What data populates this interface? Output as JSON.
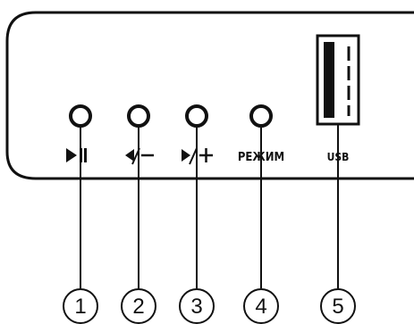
{
  "panel": {
    "buttons": [
      {
        "id": "play-pause",
        "label_symbol": "▶II",
        "callout": "1"
      },
      {
        "id": "prev-minus",
        "label_symbol": "◀/−",
        "callout": "2"
      },
      {
        "id": "next-plus",
        "label_symbol": "▶/+",
        "callout": "3"
      },
      {
        "id": "mode",
        "label_text": "РЕЖИМ",
        "callout": "4"
      }
    ],
    "usb": {
      "label": "USB",
      "callout": "5"
    }
  },
  "colors": {
    "stroke": "#111111",
    "background": "#ffffff"
  }
}
